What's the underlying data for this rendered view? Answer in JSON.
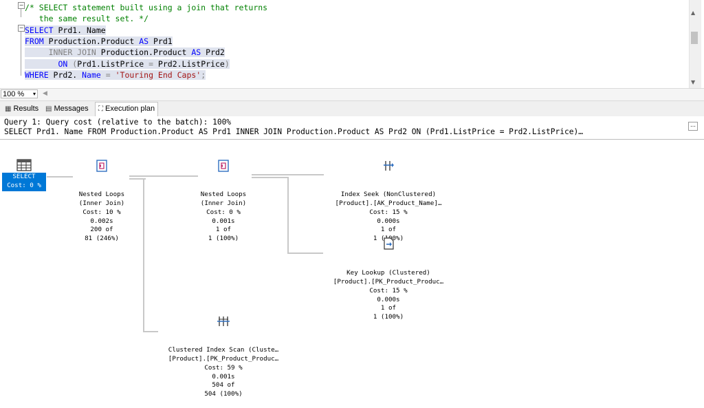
{
  "editor": {
    "lines": [
      {
        "parts": [
          {
            "c": "cm",
            "t": "/* SELECT statement built using a join that returns"
          }
        ]
      },
      {
        "parts": [
          {
            "c": "cm",
            "t": "   the same result set. */"
          }
        ]
      },
      {
        "parts": [
          {
            "c": "kw",
            "t": "SELECT"
          },
          {
            "c": "",
            "t": " Prd1. Name"
          }
        ]
      },
      {
        "parts": [
          {
            "c": "kw",
            "t": "FROM"
          },
          {
            "c": "",
            "t": " Production.Product "
          },
          {
            "c": "kw",
            "t": "AS"
          },
          {
            "c": "",
            "t": " Prd1"
          }
        ]
      },
      {
        "parts": [
          {
            "c": "",
            "t": "     "
          },
          {
            "c": "gy",
            "t": "INNER JOIN"
          },
          {
            "c": "",
            "t": " Production.Product "
          },
          {
            "c": "kw",
            "t": "AS"
          },
          {
            "c": "",
            "t": " Prd2"
          }
        ]
      },
      {
        "parts": [
          {
            "c": "",
            "t": "       "
          },
          {
            "c": "kw",
            "t": "ON"
          },
          {
            "c": "",
            "t": " "
          },
          {
            "c": "gy",
            "t": "("
          },
          {
            "c": "",
            "t": "Prd1.ListPrice "
          },
          {
            "c": "gy",
            "t": "="
          },
          {
            "c": "",
            "t": " Prd2.ListPrice"
          },
          {
            "c": "gy",
            "t": ")"
          }
        ]
      },
      {
        "parts": [
          {
            "c": "kw",
            "t": "WHERE"
          },
          {
            "c": "",
            "t": " Prd2. "
          },
          {
            "c": "kw",
            "t": "Name"
          },
          {
            "c": "",
            "t": " "
          },
          {
            "c": "gy",
            "t": "="
          },
          {
            "c": "",
            "t": " "
          },
          {
            "c": "st",
            "t": "'Touring End Caps'"
          },
          {
            "c": "gy",
            "t": ";"
          }
        ]
      }
    ]
  },
  "zoom": "100 %",
  "tabs": {
    "results": "Results",
    "messages": "Messages",
    "execution_plan": "Execution plan"
  },
  "plan_header": {
    "line1": "Query 1: Query cost (relative to the batch): 100%",
    "line2": "SELECT Prd1. Name FROM Production.Product AS Prd1 INNER JOIN Production.Product AS Prd2 ON (Prd1.ListPrice = Prd2.ListPrice)…",
    "more": "…"
  },
  "operators": {
    "select": {
      "line1": "SELECT",
      "line2": "Cost: 0 %"
    },
    "nested_loops_1": {
      "lines": [
        "Nested Loops",
        "(Inner Join)",
        "Cost: 10 %",
        "0.002s",
        "200 of",
        "81 (246%)"
      ]
    },
    "nested_loops_2": {
      "lines": [
        "Nested Loops",
        "(Inner Join)",
        "Cost: 0 %",
        "0.001s",
        "1 of",
        "1 (100%)"
      ]
    },
    "index_seek": {
      "lines": [
        "Index Seek (NonClustered)",
        "[Product].[AK_Product_Name]…",
        "Cost: 15 %",
        "0.000s",
        "1 of",
        "1 (100%)"
      ]
    },
    "key_lookup": {
      "lines": [
        "Key Lookup (Clustered)",
        "[Product].[PK_Product_Produc…",
        "Cost: 15 %",
        "0.000s",
        "1 of",
        "1 (100%)"
      ]
    },
    "clustered_scan": {
      "lines": [
        "Clustered Index Scan (Cluste…",
        "[Product].[PK_Product_Produc…",
        "Cost: 59 %",
        "0.001s",
        "504 of",
        "504 (100%)"
      ]
    }
  },
  "colors": {
    "keyword": "#0000ff",
    "comment": "#008000",
    "string": "#a31515",
    "selected_node": "#0078d7",
    "icon_accent": "#2f6fc0"
  }
}
